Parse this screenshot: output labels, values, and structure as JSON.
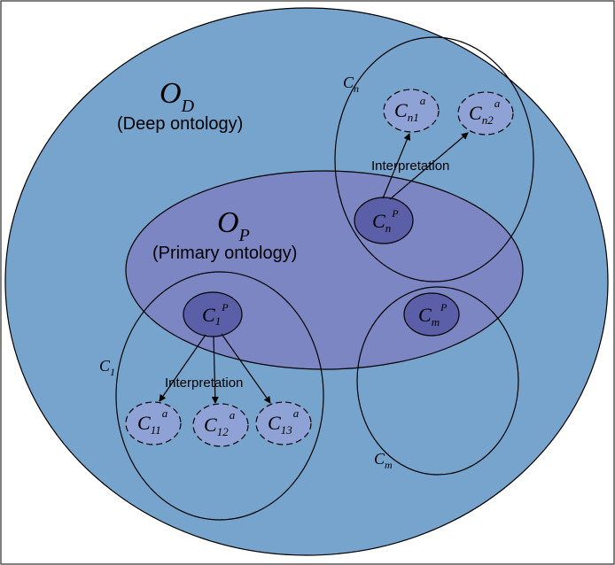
{
  "colors": {
    "deep_fill": "#77a4cd",
    "primary_fill": "#7b86c3",
    "concept_p_fill": "#5a5fa8",
    "concept_a_fill": "#8fa2d6",
    "stroke": "#000000"
  },
  "deep": {
    "symbol": "O",
    "subscript": "D",
    "name": "(Deep ontology)"
  },
  "primary": {
    "symbol": "O",
    "subscript": "P",
    "name": "(Primary ontology)"
  },
  "clusters": {
    "c1": {
      "symbol": "C",
      "sub": "1"
    },
    "cn": {
      "symbol": "C",
      "sub": "n"
    },
    "cm": {
      "symbol": "C",
      "sub": "m"
    }
  },
  "nodes": {
    "c1p": {
      "symbol": "C",
      "sub": "1",
      "sup": "P"
    },
    "cnp": {
      "symbol": "C",
      "sub": "n",
      "sup": "P"
    },
    "cmp": {
      "symbol": "C",
      "sub": "m",
      "sup": "P"
    },
    "c11a": {
      "symbol": "C",
      "sub": "11",
      "sup": "a"
    },
    "c12a": {
      "symbol": "C",
      "sub": "12",
      "sup": "a"
    },
    "c13a": {
      "symbol": "C",
      "sub": "13",
      "sup": "a"
    },
    "cn1a": {
      "symbol": "C",
      "sub": "n1",
      "sup": "a"
    },
    "cn2a": {
      "symbol": "C",
      "sub": "n2",
      "sup": "a"
    }
  },
  "labels": {
    "interpretation_n": "Interpretation",
    "interpretation_1": "Interpretation"
  }
}
